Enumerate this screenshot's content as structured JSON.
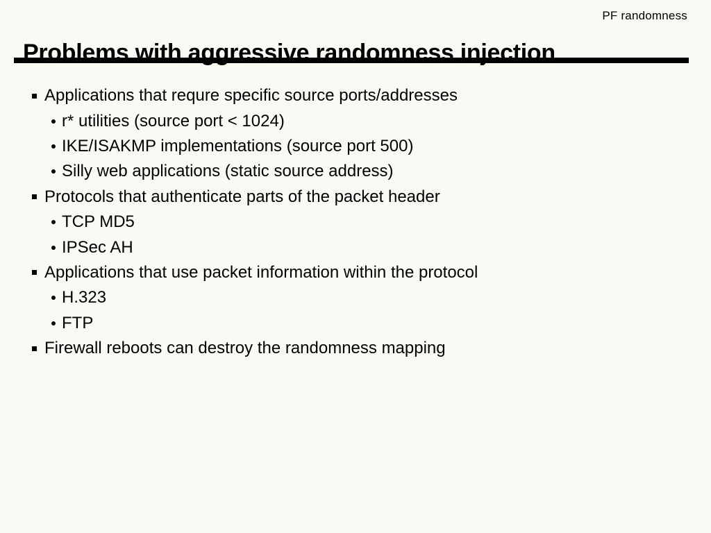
{
  "slide": {
    "corner_label": "PF randomness",
    "title": "Problems with aggressive randomness injection",
    "bullets": [
      {
        "label": "Applications that requre specific source ports/addresses",
        "sub": [
          "r* utilities (source port < 1024)",
          "IKE/ISAKMP implementations (source port 500)",
          "Silly web applications (static source address)"
        ]
      },
      {
        "label": "Protocols that authenticate parts of the packet header",
        "sub": [
          "TCP MD5",
          "IPSec AH"
        ]
      },
      {
        "label": "Applications that use packet information within the protocol",
        "sub": [
          "H.323",
          "FTP"
        ]
      },
      {
        "label": "Firewall reboots can destroy the randomness mapping",
        "sub": []
      }
    ],
    "colors": {
      "background": "#f8faf4",
      "text": "#000000",
      "rule": "#000000"
    }
  }
}
